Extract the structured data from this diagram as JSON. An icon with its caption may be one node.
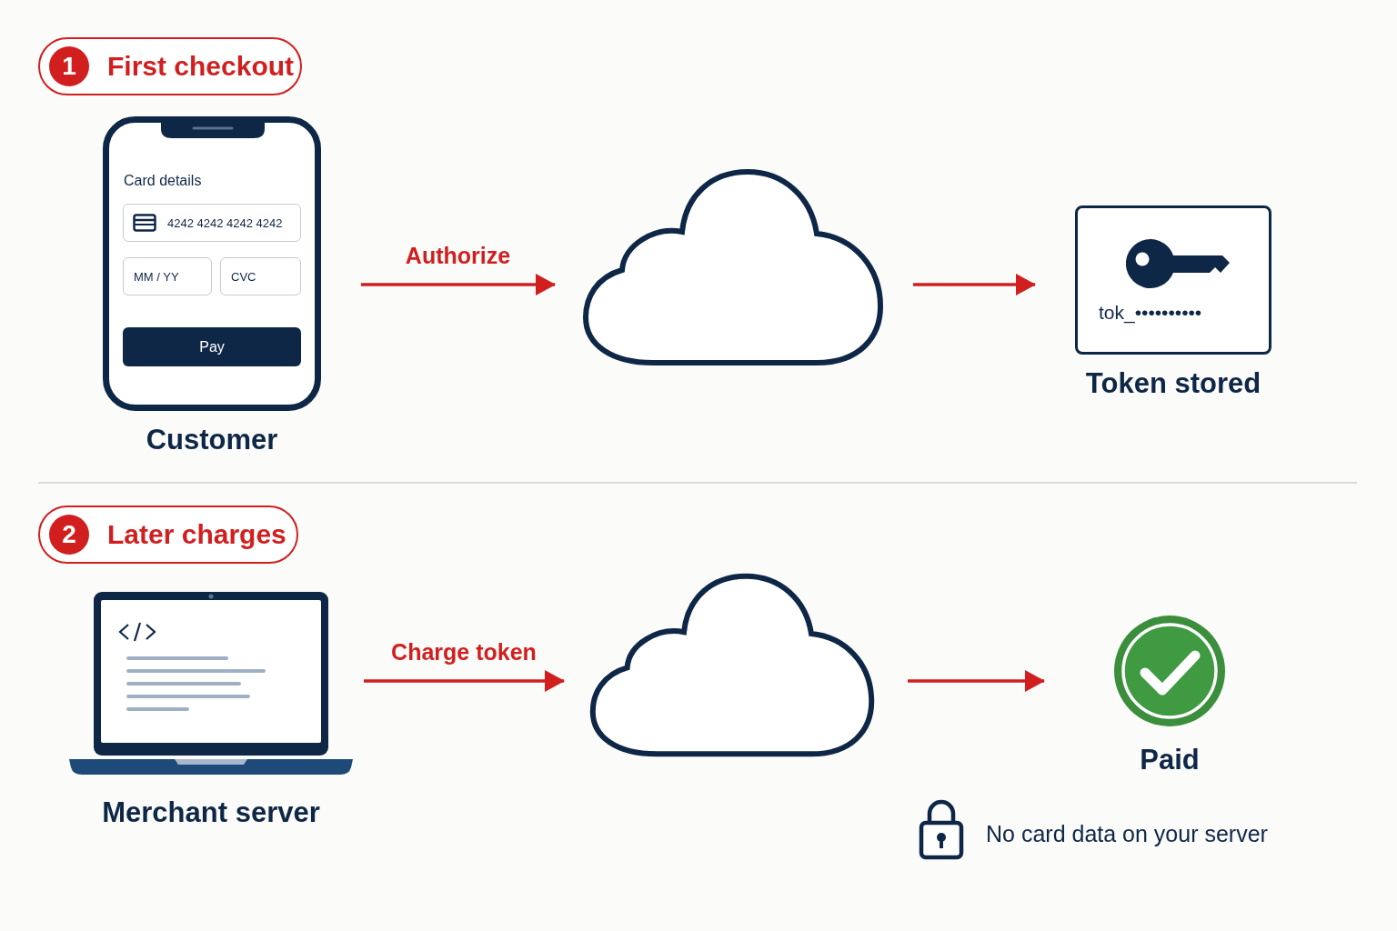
{
  "diagram": {
    "nodes": [
      {
        "text": [
          "1",
          "First checkout"
        ]
      },
      {
        "text": [
          "Card details",
          "Customer"
        ]
      },
      {
        "text": [
          "4242 4242 4242 4242"
        ],
        "in": 1
      },
      {
        "text": [
          "MM / YY"
        ],
        "in": 1
      },
      {
        "text": [
          "CVC"
        ],
        "in": 1
      },
      {
        "text": [
          "Pay"
        ],
        "in": 1
      },
      {
        "text": [],
        "shape": "cloud"
      },
      {
        "text": [
          "tok_••••••••••",
          "Token stored"
        ]
      },
      {
        "text": [
          "2",
          "Later charges"
        ]
      },
      {
        "text": [
          "Merchant server"
        ]
      },
      {
        "text": [],
        "shape": "cloud"
      },
      {
        "text": [
          "Paid"
        ]
      }
    ],
    "edges": [
      {
        "from": 1,
        "to": 6,
        "arrow": "to",
        "label": "Authorize"
      },
      {
        "from": 6,
        "to": 7,
        "arrow": "to"
      },
      {
        "from": 9,
        "to": 10,
        "arrow": "to",
        "label": "Charge token"
      },
      {
        "from": 10,
        "to": 11,
        "arrow": "to"
      }
    ],
    "labels": [
      "No card data on your server"
    ]
  }
}
